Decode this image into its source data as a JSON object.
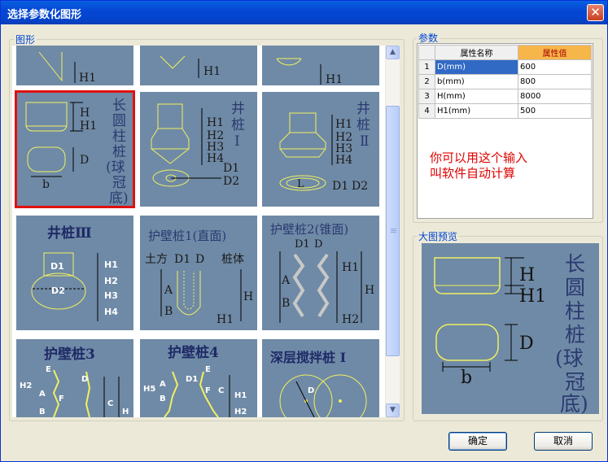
{
  "window": {
    "title": "选择参数化图形",
    "close_glyph": "✕"
  },
  "gallery": {
    "label": "图形",
    "thumbs": [
      {
        "labels": [
          "H1"
        ]
      },
      {
        "labels": [
          "H1"
        ]
      },
      {
        "labels": [
          "H1"
        ]
      },
      {
        "labels": [
          "长",
          "圆",
          "柱",
          "桩",
          "(球",
          "冠",
          "底)",
          "H",
          "H1",
          "D",
          "b"
        ]
      },
      {
        "labels": [
          "井",
          "桩",
          "Ⅰ",
          "H1",
          "H2",
          "H3",
          "H4",
          "D1",
          "D2"
        ]
      },
      {
        "labels": [
          "井",
          "桩",
          "Ⅱ",
          "H1",
          "H2",
          "H3",
          "H4",
          "L",
          "D1",
          "D2"
        ]
      },
      {
        "labels": [
          "井桩Ⅲ",
          "D1",
          "D2",
          "H1",
          "H2",
          "H3",
          "H4"
        ]
      },
      {
        "labels": [
          "护壁桩1(直面)",
          "土方",
          "D1",
          "D",
          "桩体",
          "A",
          "B",
          "H",
          "H1"
        ]
      },
      {
        "labels": [
          "护壁桩2(锥面)",
          "D1",
          "D",
          "H1",
          "A",
          "B",
          "H",
          "H2"
        ]
      },
      {
        "labels": [
          "护壁桩3",
          "E",
          "H2",
          "D",
          "A",
          "F",
          "C",
          "H",
          "B"
        ]
      },
      {
        "labels": [
          "护壁桩4",
          "E",
          "D1",
          "H5",
          "A",
          "B",
          "F",
          "C",
          "H1",
          "H2"
        ]
      },
      {
        "labels": [
          "深层搅拌桩 Ⅰ",
          "D"
        ]
      }
    ]
  },
  "params": {
    "label": "参数",
    "col_name": "属性名称",
    "col_value": "属性值",
    "rows": [
      {
        "num": "1",
        "name": "D(mm)",
        "value": "600"
      },
      {
        "num": "2",
        "name": "b(mm)",
        "value": "800"
      },
      {
        "num": "3",
        "name": "H(mm)",
        "value": "8000"
      },
      {
        "num": "4",
        "name": "H1(mm)",
        "value": "500"
      }
    ],
    "note_line1": "你可以用这个输入",
    "note_line2": "叫软件自动计算"
  },
  "preview": {
    "label": "大图预览",
    "labels": [
      "H",
      "H1",
      "D",
      "b",
      "长",
      "圆",
      "柱",
      "桩",
      "(球",
      "冠",
      "底)"
    ]
  },
  "buttons": {
    "ok": "确定",
    "cancel": "取消"
  },
  "colors": {
    "thumb_bg": "#6f8aa6",
    "line": "#f0f060",
    "selected_border": "#e01010",
    "note": "#e00000",
    "value_header": "#f7b64a"
  }
}
